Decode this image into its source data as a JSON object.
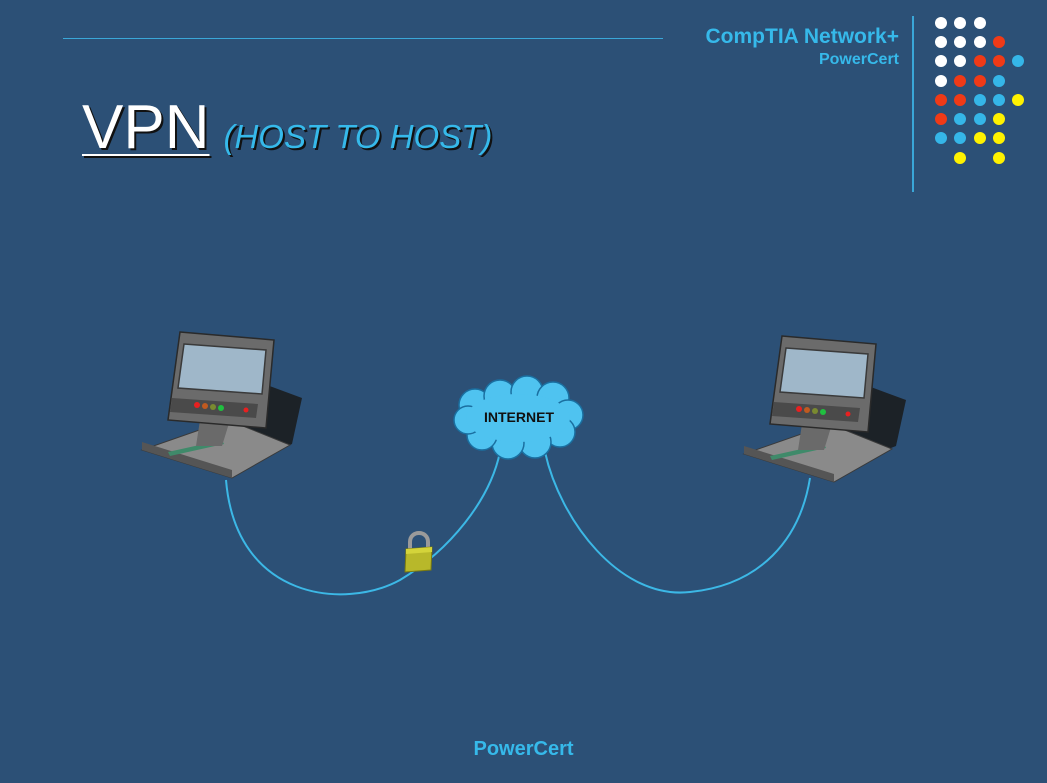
{
  "header": {
    "brand_title": "CompTIA Network+",
    "brand_subtitle": "PowerCert"
  },
  "slide": {
    "title": "VPN",
    "subtitle": "(HOST TO HOST)"
  },
  "diagram": {
    "cloud_label": "INTERNET",
    "left_host_icon": "laptop-icon",
    "right_host_icon": "laptop-icon",
    "lock_icon": "padlock-icon",
    "link_color": "#3cb8e6",
    "cloud_color": "#4fc3f0"
  },
  "colors": {
    "background": "#2c5076",
    "accent": "#36b9ea",
    "dot_white": "#ffffff",
    "dot_red": "#f03a17",
    "dot_blue": "#35b6e8",
    "dot_yellow": "#fff200"
  },
  "footer": {
    "text": "PowerCert"
  }
}
